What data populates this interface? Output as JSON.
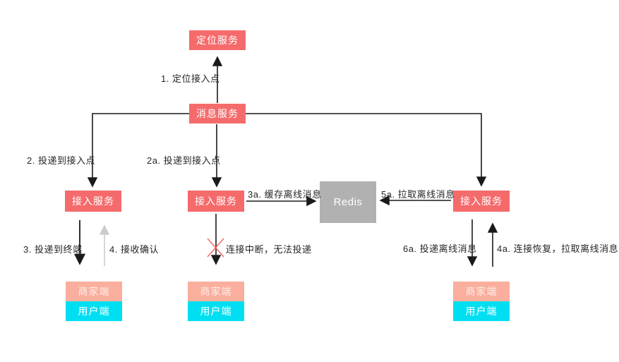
{
  "diagram": {
    "nodes": {
      "location_service": "定位服务",
      "message_service": "消息服务",
      "access_service": "接入服务",
      "redis": "Redis",
      "merchant_client": "商家端",
      "user_client": "用户端"
    },
    "labels": {
      "step1": "1. 定位接入点",
      "step2": "2. 投递到接入点",
      "step2a": "2a. 投递到接入点",
      "step3a": "3a. 缓存离线消息",
      "step5a": "5a. 拉取离线消息",
      "step3": "3. 投递到终端",
      "step4": "4. 接收确认",
      "broken": "连接中断，无法投递",
      "step6a": "6a. 投递离线消息",
      "step4a": "4a. 连接恢复，拉取离线消息"
    },
    "colors": {
      "service_box": "#f56b6c",
      "merchant_box": "#f9ae9e",
      "user_box": "#00dff2",
      "redis_box": "#b1b1b1",
      "connector": "#1a1a1a",
      "ack_arrow": "#cccccc",
      "broken_cross": "#f06a6a"
    }
  }
}
